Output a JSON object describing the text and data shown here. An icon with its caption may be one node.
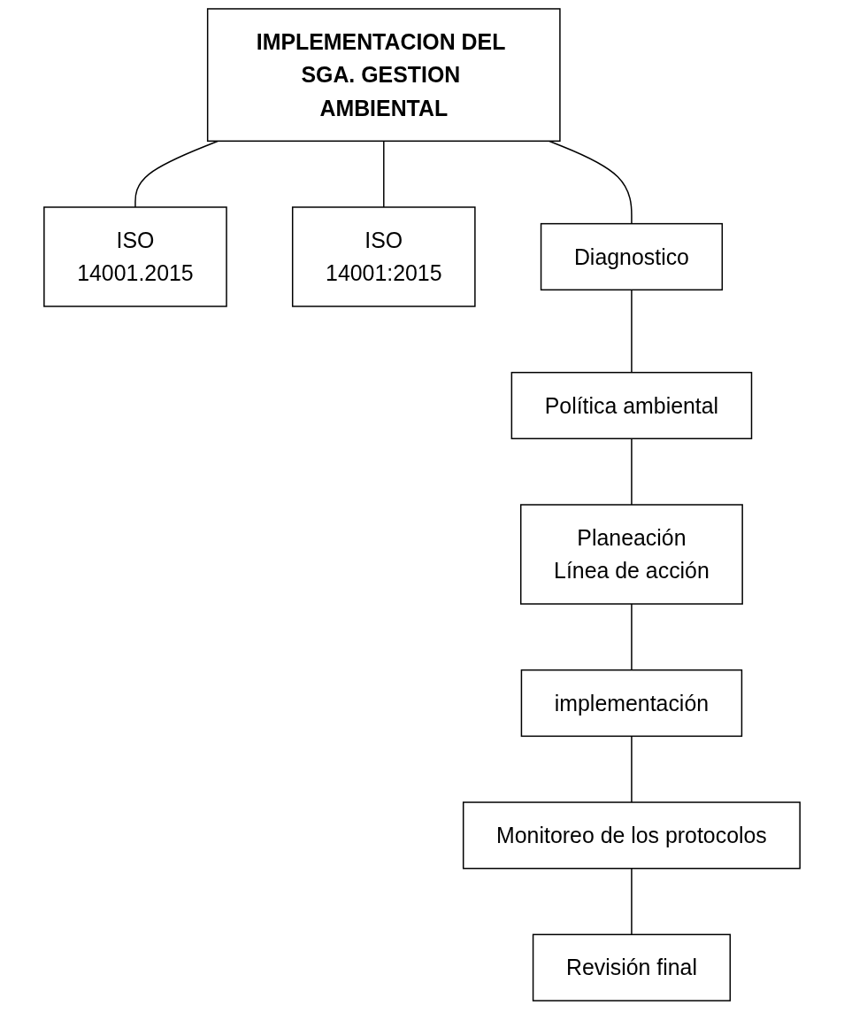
{
  "diagram": {
    "nodes": [
      {
        "text": [
          "IMPLEMENTACION DEL SGA. GESTION AMBIENTAL"
        ]
      },
      {
        "text": [
          "ISO",
          "14001.2015"
        ]
      },
      {
        "text": [
          "ISO",
          "14001:2015"
        ]
      },
      {
        "text": [
          "Diagnostico"
        ]
      },
      {
        "text": [
          "Política ambiental"
        ]
      },
      {
        "text": [
          "Planeación",
          "Línea de acción"
        ]
      },
      {
        "text": [
          "implementación"
        ]
      },
      {
        "text": [
          "Monitoreo de los protocolos"
        ]
      },
      {
        "text": [
          "Revisión final"
        ]
      }
    ],
    "edges": [
      {
        "from": 0,
        "to": 1,
        "arrow": "none"
      },
      {
        "from": 0,
        "to": 2,
        "arrow": "none"
      },
      {
        "from": 0,
        "to": 3,
        "arrow": "none"
      },
      {
        "from": 3,
        "to": 4,
        "arrow": "none"
      },
      {
        "from": 4,
        "to": 5,
        "arrow": "none"
      },
      {
        "from": 5,
        "to": 6,
        "arrow": "none"
      },
      {
        "from": 6,
        "to": 7,
        "arrow": "none"
      },
      {
        "from": 7,
        "to": 8,
        "arrow": "none"
      }
    ]
  }
}
